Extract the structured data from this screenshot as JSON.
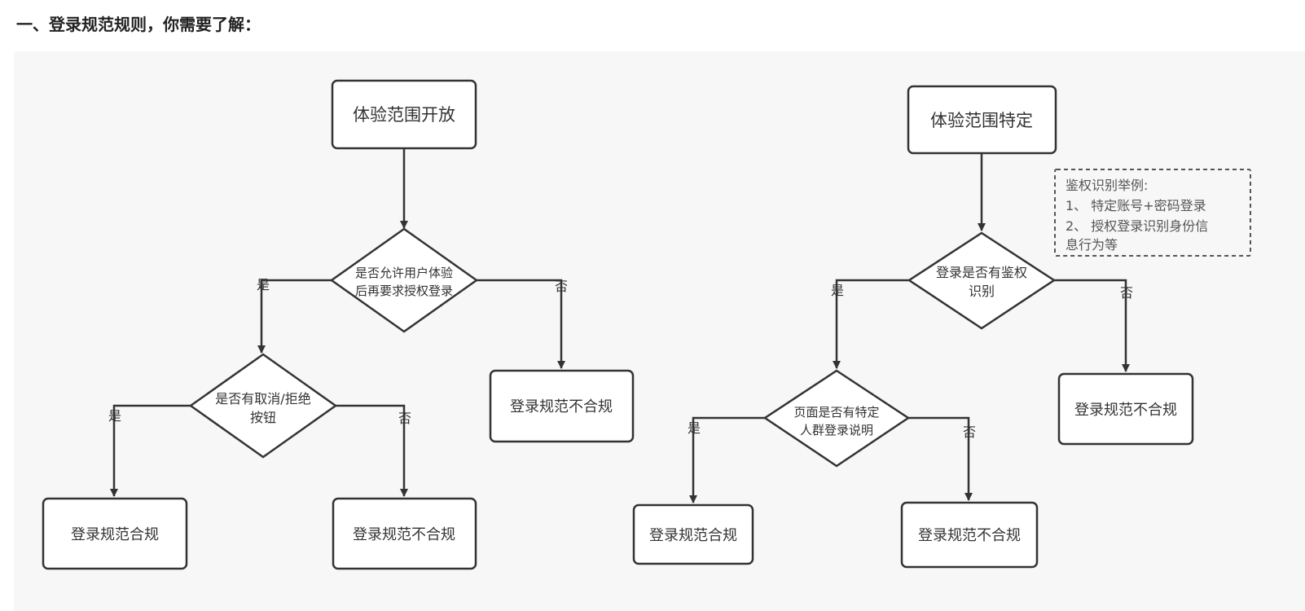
{
  "heading": "一、登录规范规则，你需要了解：",
  "left": {
    "start": "体验范围开放",
    "decision1": [
      "是否允许用户体验",
      "后再要求授权登录"
    ],
    "d1_yes": "是",
    "d1_no": "否",
    "d1_no_result": "登录规范不合规",
    "decision2": [
      "是否有取消/拒绝",
      "按钮"
    ],
    "d2_yes": "是",
    "d2_no": "否",
    "d2_yes_result": "登录规范合规",
    "d2_no_result": "登录规范不合规"
  },
  "right": {
    "start": "体验范围特定",
    "note": [
      "鉴权识别举例:",
      "1、 特定账号+密码登录",
      "2、 授权登录识别身份信",
      "息行为等"
    ],
    "decision1": [
      "登录是否有鉴权",
      "识别"
    ],
    "d1_yes": "是",
    "d1_no": "否",
    "d1_no_result": "登录规范不合规",
    "decision2": [
      "页面是否有特定",
      "人群登录说明"
    ],
    "d2_yes": "是",
    "d2_no": "否",
    "d2_yes_result": "登录规范合规",
    "d2_no_result": "登录规范不合规"
  }
}
